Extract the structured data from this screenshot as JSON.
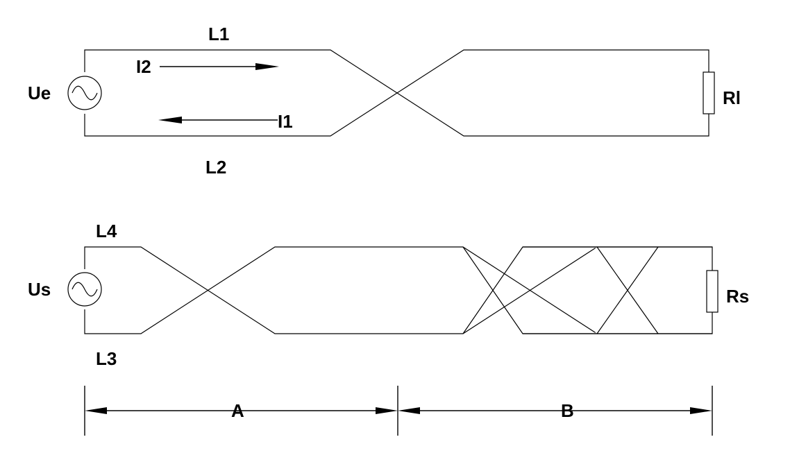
{
  "top_circuit": {
    "source_label": "Ue",
    "load_label": "Rl",
    "wire_top_label": "L1",
    "wire_bottom_label": "L2",
    "current_forward_label": "I2",
    "current_return_label": "I1"
  },
  "bottom_circuit": {
    "source_label": "Us",
    "load_label": "Rs",
    "wire_top_label": "L4",
    "wire_bottom_label": "L3"
  },
  "dimensions": {
    "section_a_label": "A",
    "section_b_label": "B"
  }
}
